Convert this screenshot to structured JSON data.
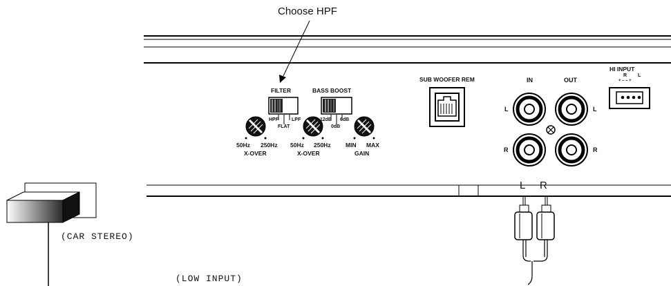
{
  "callout": "Choose HPF",
  "filter": {
    "title": "FILTER",
    "hpf": "HPF",
    "flat": "FLAT",
    "lpf": "LPF"
  },
  "bass_boost": {
    "title": "BASS BOOST",
    "opt_12": "12dB",
    "opt_0": "0dB",
    "opt_6": "6dB"
  },
  "knob1": {
    "min": "50Hz",
    "max": "250Hz",
    "label": "X-OVER"
  },
  "knob2": {
    "min": "50Hz",
    "max": "250Hz",
    "label": "X-OVER"
  },
  "knob3": {
    "min": "MIN",
    "max": "MAX",
    "label": "GAIN"
  },
  "sub_rem": {
    "title": "SUB WOOFER REM"
  },
  "rca": {
    "in": "IN",
    "out": "OUT",
    "left_l": "L",
    "left_r": "R",
    "right_l": "L",
    "right_r": "R"
  },
  "hi_input": {
    "title": "HI INPUT",
    "r": "R",
    "l": "L",
    "pins": "+   –   –   +"
  },
  "cable": {
    "l": "L",
    "r": "R"
  },
  "car_stereo": "(CAR STEREO)",
  "low_input": "(LOW INPUT)"
}
